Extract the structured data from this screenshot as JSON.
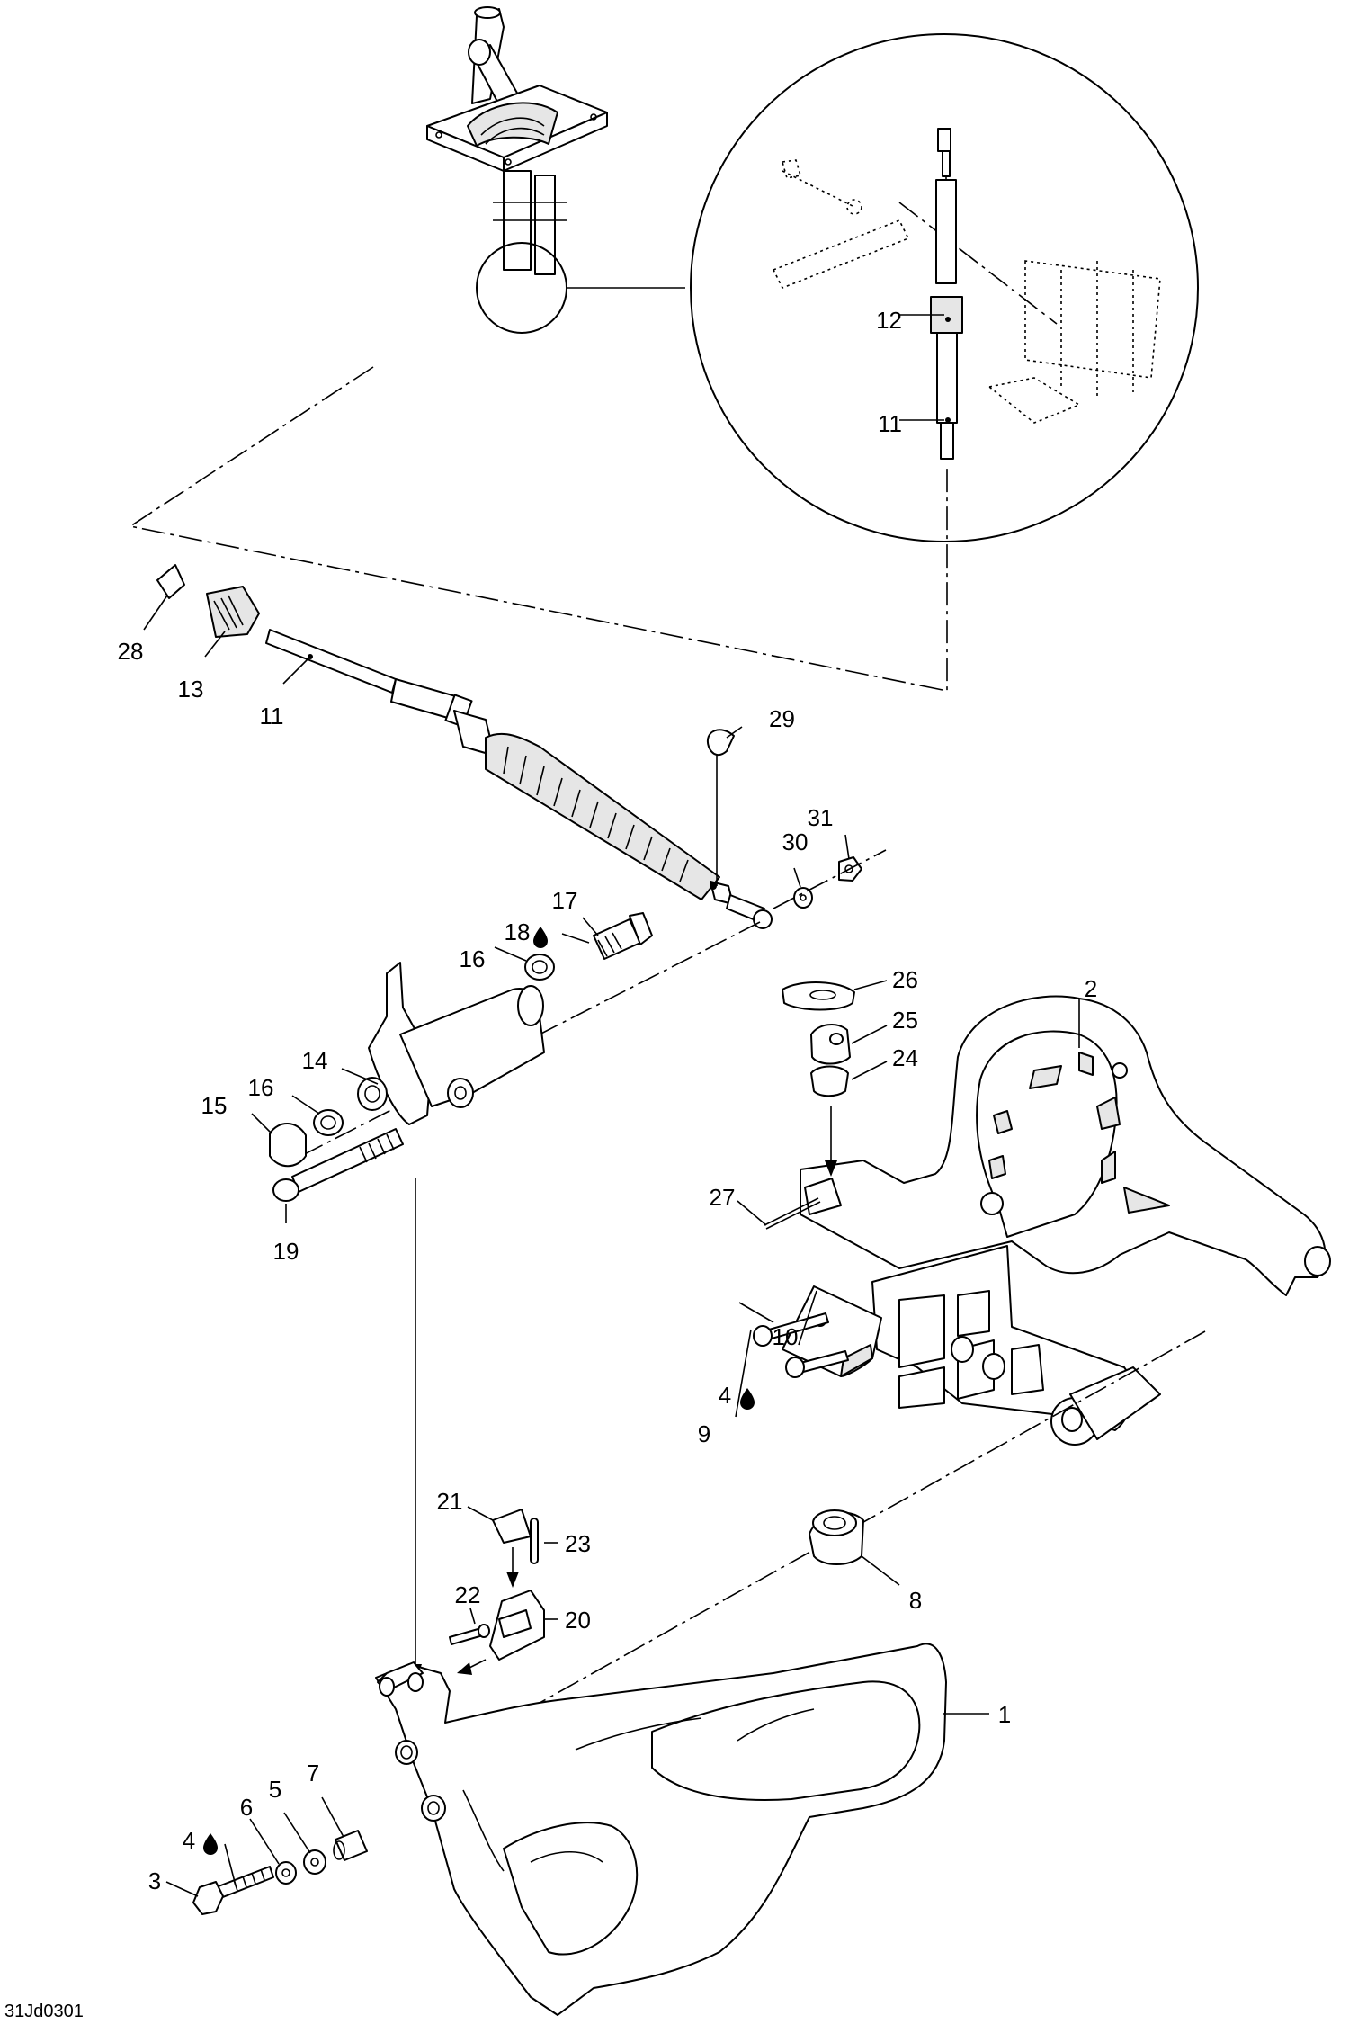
{
  "drawing_code": "31Jd0301",
  "callouts": {
    "c1": "1",
    "c2": "2",
    "c3": "3",
    "c4a": "4",
    "c4b": "4",
    "c5": "5",
    "c6": "6",
    "c7": "7",
    "c8": "8",
    "c9": "9",
    "c10": "10",
    "c11a": "11",
    "c11b": "11",
    "c12": "12",
    "c13": "13",
    "c14": "14",
    "c15": "15",
    "c16a": "16",
    "c16b": "16",
    "c17": "17",
    "c18": "18",
    "c19": "19",
    "c20": "20",
    "c21": "21",
    "c22": "22",
    "c23": "23",
    "c24": "24",
    "c25": "25",
    "c26": "26",
    "c27": "27",
    "c28": "28",
    "c29": "29",
    "c30": "30",
    "c31": "31"
  },
  "icons": {
    "lubricant_symbol": "drop-icon"
  }
}
